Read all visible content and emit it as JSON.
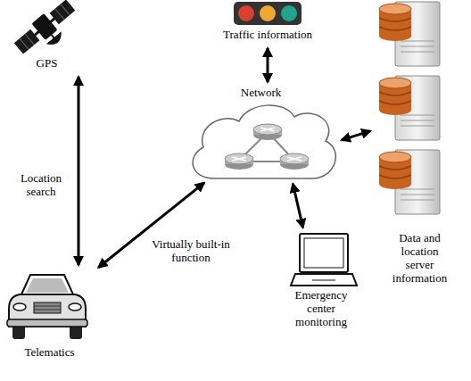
{
  "diagram": {
    "nodes": [
      {
        "text": [
          "GPS"
        ]
      },
      {
        "text": [
          "Traffic information"
        ]
      },
      {
        "text": [
          "Network"
        ]
      },
      {
        "text": [
          "Data and location server information"
        ]
      },
      {
        "text": [
          "Telematics"
        ]
      },
      {
        "text": [
          "Emergency center monitoring"
        ]
      }
    ],
    "edges": [
      {
        "from": 0,
        "to": 4,
        "arrow": "both",
        "label": "Location search"
      },
      {
        "from": 1,
        "to": 2,
        "arrow": "both"
      },
      {
        "from": 2,
        "to": 3,
        "arrow": "both"
      },
      {
        "from": 2,
        "to": 5,
        "arrow": "both"
      },
      {
        "from": 2,
        "to": 4,
        "arrow": "both",
        "label": "Virtually built-in function"
      }
    ]
  }
}
